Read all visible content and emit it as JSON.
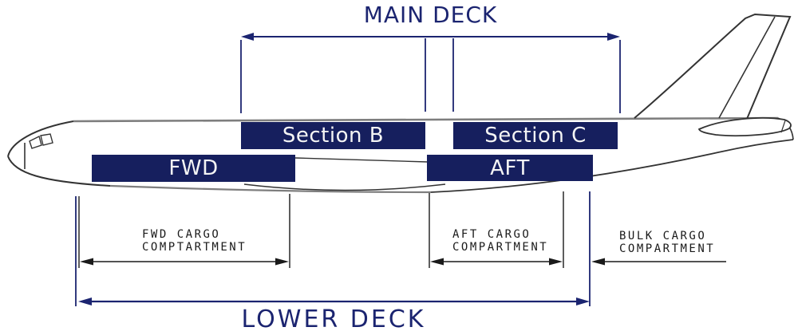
{
  "diagram": {
    "main_deck": {
      "title": "MAIN DECK",
      "sections": [
        {
          "label": "Section B"
        },
        {
          "label": "Section C"
        }
      ]
    },
    "lower_deck": {
      "title": "LOWER DECK",
      "sections": [
        {
          "label": "FWD"
        },
        {
          "label": "AFT"
        }
      ]
    },
    "compartment_labels": [
      {
        "line1": "FWD CARGO",
        "line2": "COMPTARTMENT"
      },
      {
        "line1": "AFT CARGO",
        "line2": "COMPARTMENT"
      },
      {
        "line1": "BULK CARGO",
        "line2": "COMPARTMENT"
      }
    ],
    "colors": {
      "navy": "#1b2470",
      "bar_fill": "#161f5e",
      "label_ink": "#1a1a1a",
      "outline_gray": "#7e7e7e",
      "outline_dark": "#333333"
    }
  }
}
